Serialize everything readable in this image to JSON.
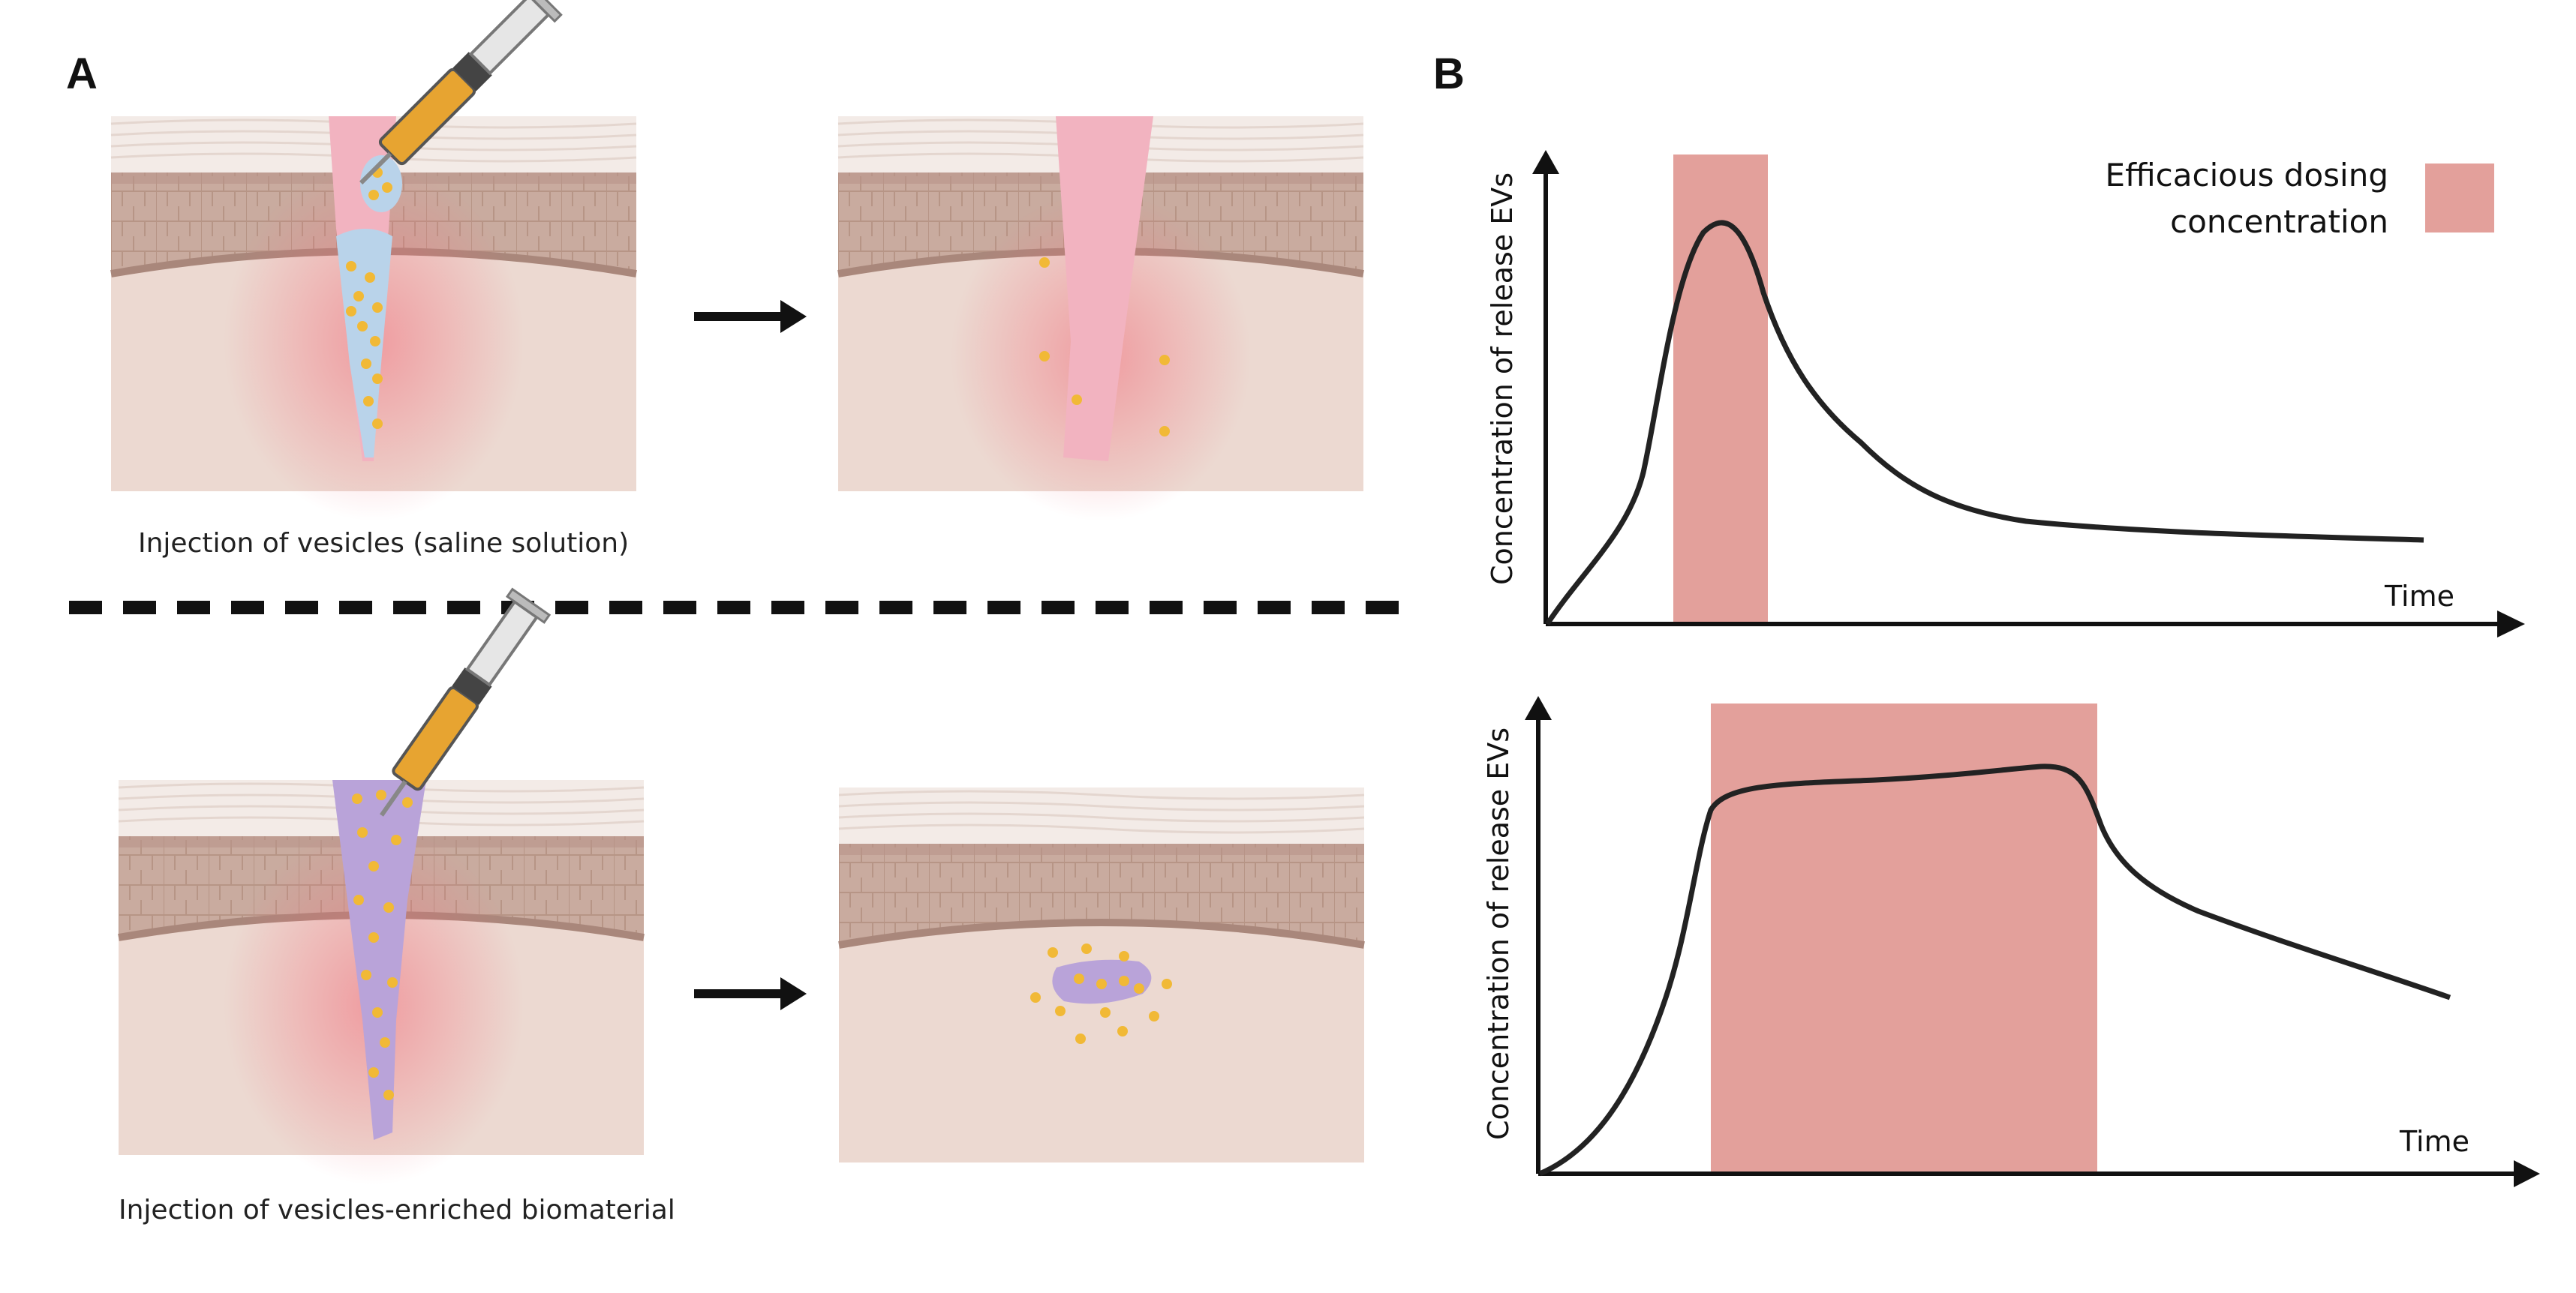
{
  "panel_a": {
    "label": "A",
    "top_caption": "Injection of vesicles (saline solution)",
    "bottom_caption": "Injection of vesicles-enriched biomaterial"
  },
  "panel_b": {
    "label": "B",
    "legend_label_line1": "Efficacious dosing",
    "legend_label_line2": "concentration",
    "legend_color": "#e3a09b"
  },
  "chart_data": [
    {
      "type": "line",
      "ylabel": "Concentration of release EVs",
      "xlabel": "Time",
      "shaded_band_label": "Efficacious dosing concentration",
      "shaded_band_color": "#e3a09b",
      "series": [
        {
          "description": "sharp peak then decay",
          "shape": "burst_release"
        }
      ]
    },
    {
      "type": "line",
      "ylabel": "Concentration of release EVs",
      "xlabel": "Time",
      "shaded_band_label": "Efficacious dosing concentration",
      "shaded_band_color": "#e3a09b",
      "series": [
        {
          "description": "sustained plateau then decay",
          "shape": "sustained_release"
        }
      ]
    }
  ],
  "colors": {
    "skin_dermis": "#ecd9d1",
    "skin_epidermis": "#c9aaa0",
    "skin_stratum": "#f3ebe7",
    "wound_pink": "#f2b3c0",
    "saline_blue": "#b9d3ea",
    "biomaterial_purple": "#b9a3d9",
    "vesicle_yellow": "#f1b936",
    "syringe_orange": "#e7a431",
    "band": "#e3a09b"
  }
}
